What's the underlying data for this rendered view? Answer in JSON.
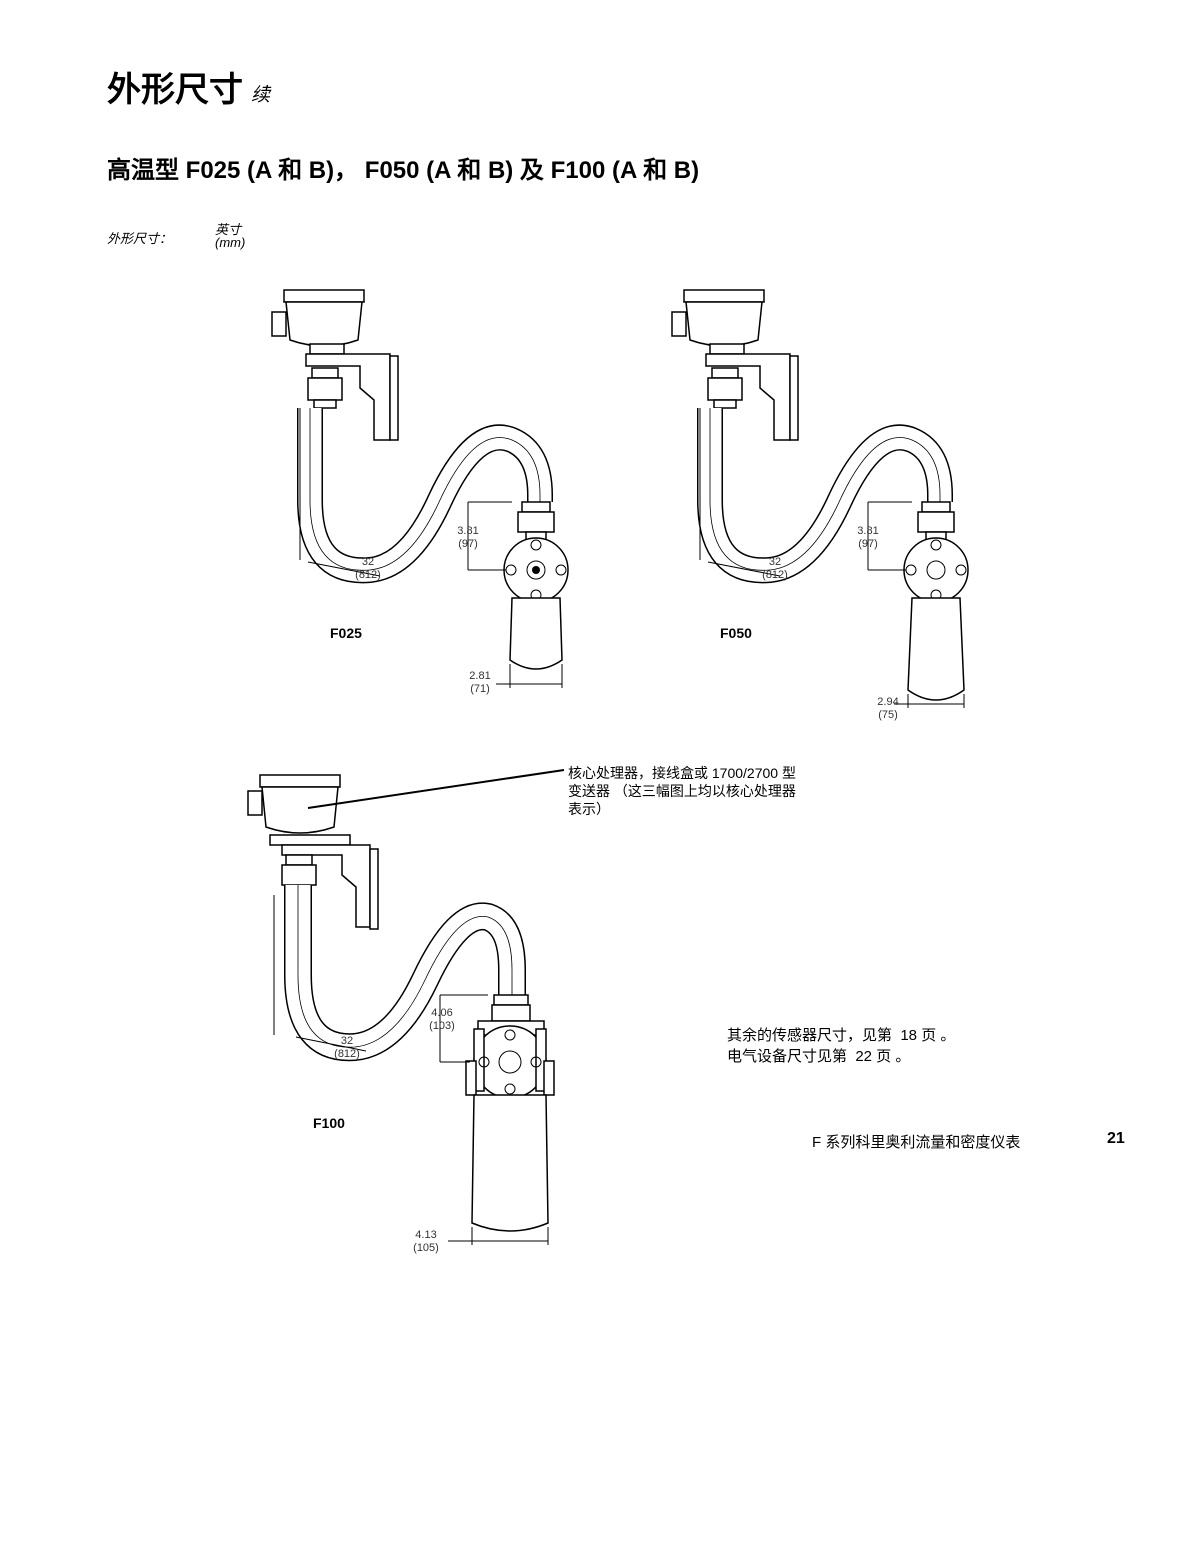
{
  "page": {
    "title": "外形尺寸",
    "title_suffix": "续",
    "section_heading": "高温型 F025 (A 和 B)， F050 (A 和 B) 及 F100 (A 和 B)",
    "units_label": "外形尺寸：",
    "units_primary": "英寸",
    "units_secondary": "(mm)"
  },
  "figures": {
    "f025": {
      "label": "F025",
      "dim_length": "32",
      "dim_length_mm": "(812)",
      "dim_height": "3.81",
      "dim_height_mm": "(97)",
      "dim_width": "2.81",
      "dim_width_mm": "(71)"
    },
    "f050": {
      "label": "F050",
      "dim_length": "32",
      "dim_length_mm": "(812)",
      "dim_height": "3.81",
      "dim_height_mm": "(97)",
      "dim_width": "2.94",
      "dim_width_mm": "(75)"
    },
    "f100": {
      "label": "F100",
      "dim_length": "32",
      "dim_length_mm": "(812)",
      "dim_height": "4.06",
      "dim_height_mm": "(103)",
      "dim_width": "4.13",
      "dim_width_mm": "(105)"
    }
  },
  "callout": {
    "line1": "核心处理器，接线盒或 1700/2700 型",
    "line2": "变送器 （这三幅图上均以核心处理器",
    "line3": "表示）"
  },
  "reference_note": {
    "line1": "其余的传感器尺寸，见第  18 页 。",
    "line2": "电气设备尺寸见第  22 页 。"
  },
  "footer": {
    "document_title": "F 系列科里奥利流量和密度仪表",
    "page_number": "21"
  }
}
